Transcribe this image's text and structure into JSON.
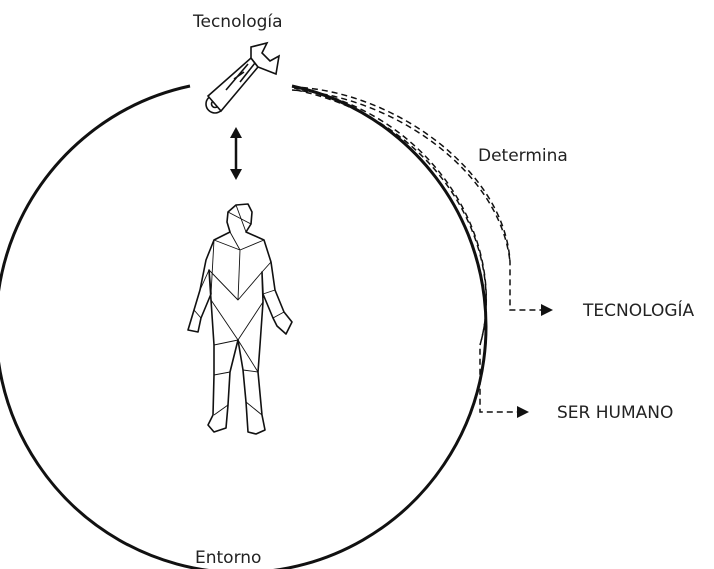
{
  "labels": {
    "top": "Tecnología",
    "relation": "Determina",
    "output_1": "TECNOLOGÍA",
    "output_2": "SER HUMANO",
    "bottom": "Entorno"
  },
  "icons": {
    "top": "wrench-icon",
    "center": "human-figure-icon",
    "connector": "double-arrow-icon"
  },
  "colors": {
    "stroke": "#111111",
    "text": "#222222",
    "background": "#ffffff"
  }
}
